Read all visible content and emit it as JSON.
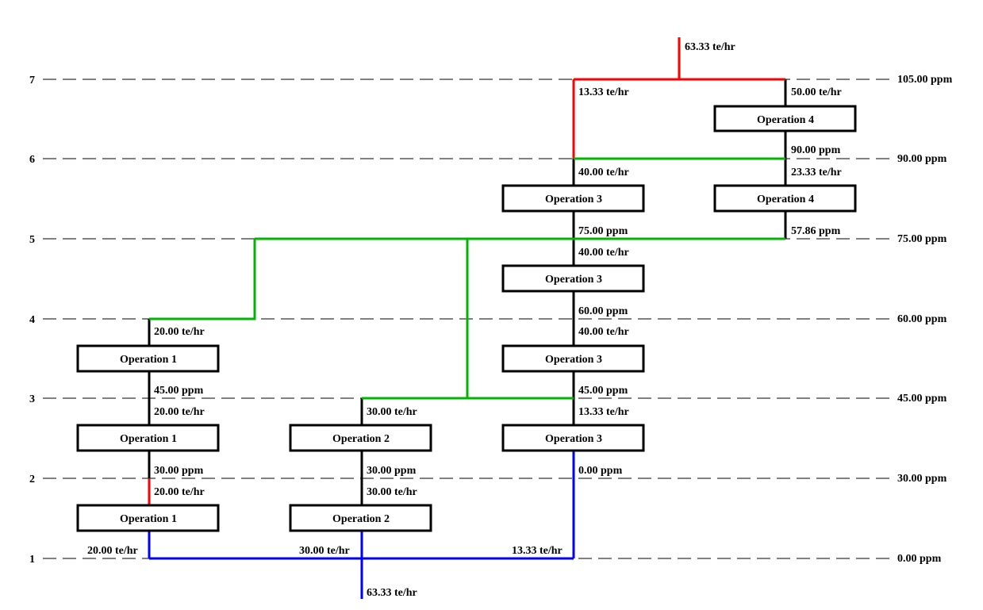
{
  "diagram": {
    "type": "water-network-grid",
    "colors": {
      "fresh": "#ff0000",
      "reuse": "#00b400",
      "waste": "#0000ff",
      "process": "#000000"
    },
    "intervals": [
      {
        "id": "7",
        "label": "7",
        "conc": "105.00 ppm"
      },
      {
        "id": "6",
        "label": "6",
        "conc": "90.00 ppm"
      },
      {
        "id": "5",
        "label": "5",
        "conc": "75.00 ppm"
      },
      {
        "id": "4",
        "label": "4",
        "conc": "60.00 ppm"
      },
      {
        "id": "3",
        "label": "3",
        "conc": "45.00 ppm"
      },
      {
        "id": "2",
        "label": "2",
        "conc": "30.00 ppm"
      },
      {
        "id": "1",
        "label": "1",
        "conc": "0.00 ppm"
      }
    ],
    "operations": [
      {
        "label": "Operation 4",
        "col": "d",
        "between": [
          "7",
          "6"
        ]
      },
      {
        "label": "Operation 3",
        "col": "c",
        "between": [
          "6",
          "5"
        ]
      },
      {
        "label": "Operation 4",
        "col": "d",
        "between": [
          "6",
          "5"
        ]
      },
      {
        "label": "Operation 3",
        "col": "c",
        "between": [
          "5",
          "4"
        ]
      },
      {
        "label": "Operation 1",
        "col": "a",
        "between": [
          "4",
          "3"
        ]
      },
      {
        "label": "Operation 3",
        "col": "c",
        "between": [
          "4",
          "3"
        ]
      },
      {
        "label": "Operation 1",
        "col": "a",
        "between": [
          "3",
          "2"
        ]
      },
      {
        "label": "Operation 2",
        "col": "b",
        "between": [
          "3",
          "2"
        ]
      },
      {
        "label": "Operation 3",
        "col": "c",
        "between": [
          "3",
          "2"
        ]
      },
      {
        "label": "Operation 1",
        "col": "a",
        "between": [
          "2",
          "1"
        ]
      },
      {
        "label": "Operation 2",
        "col": "b",
        "between": [
          "2",
          "1"
        ]
      }
    ],
    "annotations": {
      "fresh_in": "63.33 te/hr",
      "op4_top_flow": "50.00 te/hr",
      "c_top_flow": "13.33 te/hr",
      "op4_out_conc": "90.00 ppm",
      "c_6_flow": "40.00 te/hr",
      "d_6_flow": "23.33 te/hr",
      "c_5_conc": "75.00 ppm",
      "d_5_conc": "57.86 ppm",
      "c_5_flow": "40.00 te/hr",
      "c_4_conc": "60.00 ppm",
      "c_4_flow": "40.00 te/hr",
      "a_4_flow": "20.00 te/hr",
      "a_3_conc": "45.00 ppm",
      "a_3_flow": "20.00 te/hr",
      "b_3_flow": "30.00 te/hr",
      "c_3_conc": "45.00 ppm",
      "c_3_flow": "13.33 te/hr",
      "a_2_conc": "30.00 ppm",
      "a_2_flow": "20.00 te/hr",
      "b_2_conc": "30.00 ppm",
      "b_2_flow": "30.00 te/hr",
      "c_2_conc": "0.00 ppm",
      "a_1_flow": "20.00 te/hr",
      "b_1_flow": "30.00 te/hr",
      "c_1_flow": "13.33 te/hr",
      "waste_out": "63.33 te/hr"
    }
  }
}
